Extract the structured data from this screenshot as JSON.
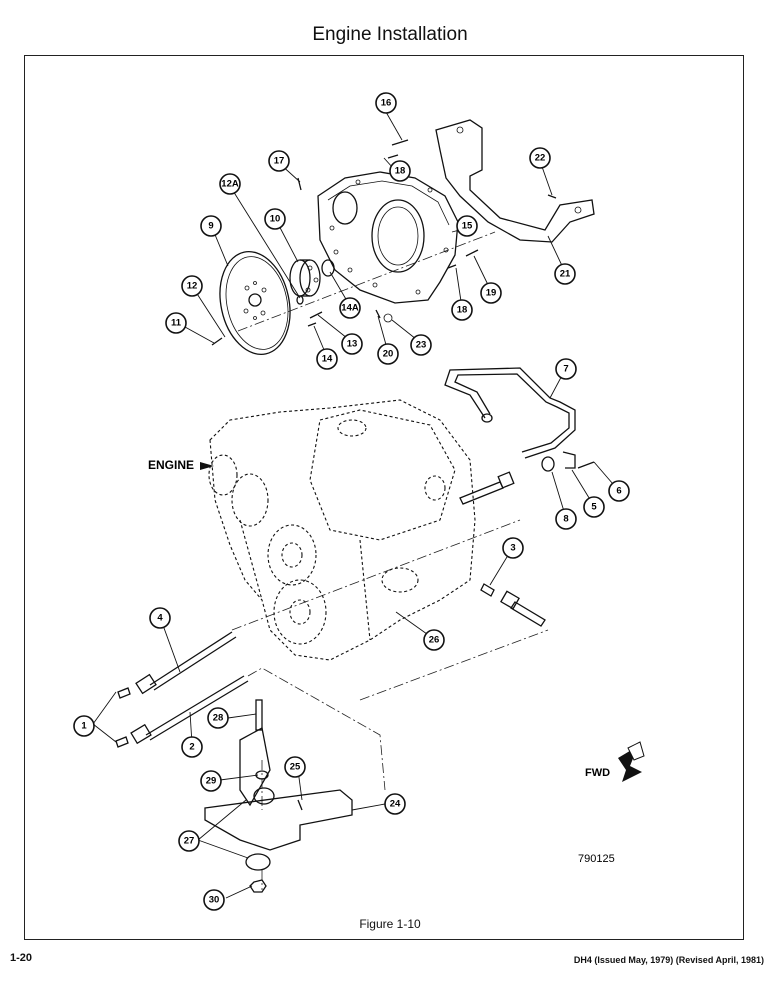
{
  "page": {
    "title": "Engine Installation",
    "caption": "Figure 1-10",
    "page_number": "1-20",
    "revision": "DH4 (Issued May, 1979) (Revised April, 1981)"
  },
  "drawing": {
    "engine_label": "ENGINE",
    "fwd_label": "FWD",
    "drawing_number": "790125",
    "callouts": {
      "c1": "1",
      "c2": "2",
      "c3": "3",
      "c4": "4",
      "c5": "5",
      "c6": "6",
      "c7": "7",
      "c8": "8",
      "c9": "9",
      "c10": "10",
      "c11": "11",
      "c12": "12",
      "c12a": "12A",
      "c13": "13",
      "c14": "14",
      "c14a": "14A",
      "c15": "15",
      "c16": "16",
      "c17": "17",
      "c18a": "18",
      "c18b": "18",
      "c19": "19",
      "c20": "20",
      "c21": "21",
      "c22": "22",
      "c23": "23",
      "c24": "24",
      "c25": "25",
      "c26": "26",
      "c27": "27",
      "c28": "28",
      "c29": "29",
      "c30": "30"
    }
  }
}
